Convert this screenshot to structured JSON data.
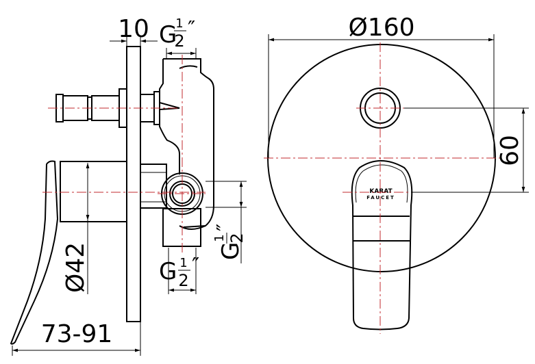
{
  "title": "Concealed shower mixer technical drawing",
  "colors": {
    "line": "#000000",
    "centerline": "#c0282d",
    "background": "#ffffff"
  },
  "side_view": {
    "dim_plate_thickness": "10",
    "dim_top_outlet": {
      "prefix": "G",
      "num": "1",
      "den": "2",
      "suffix": "″"
    },
    "dim_bottom_outlet": {
      "prefix": "G",
      "num": "1",
      "den": "2",
      "suffix": "″"
    },
    "dim_side_outlet": {
      "prefix": "G",
      "num": "1",
      "den": "2",
      "suffix": "″"
    },
    "dim_handle_diameter": "Ø42",
    "dim_depth": "73-91"
  },
  "front_view": {
    "dim_plate_diameter": "Ø160",
    "dim_center_distance": "60",
    "logo_line1": "KARAT",
    "logo_line2": "FAUCET"
  }
}
